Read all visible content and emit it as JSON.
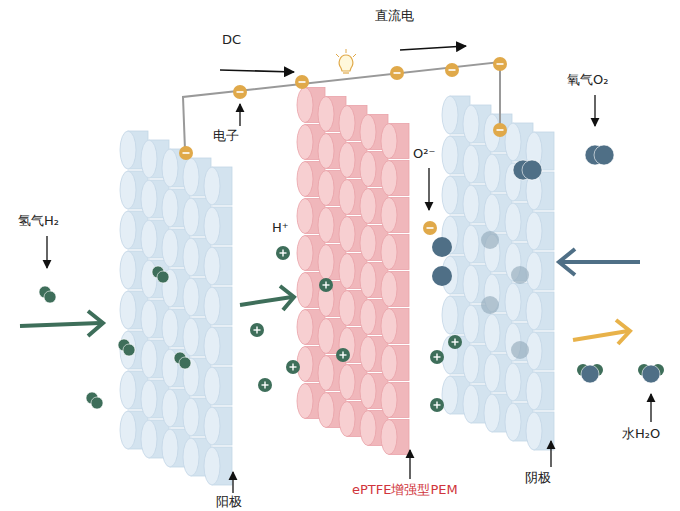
{
  "diagram": {
    "labels": [
      "直流电",
      "DC",
      "电子",
      "氢气H₂",
      "H⁺",
      "O²⁻",
      "氧气O₂",
      "ePTFE增强型PEM",
      "阴极",
      "水H₂O",
      "阳极"
    ]
  }
}
